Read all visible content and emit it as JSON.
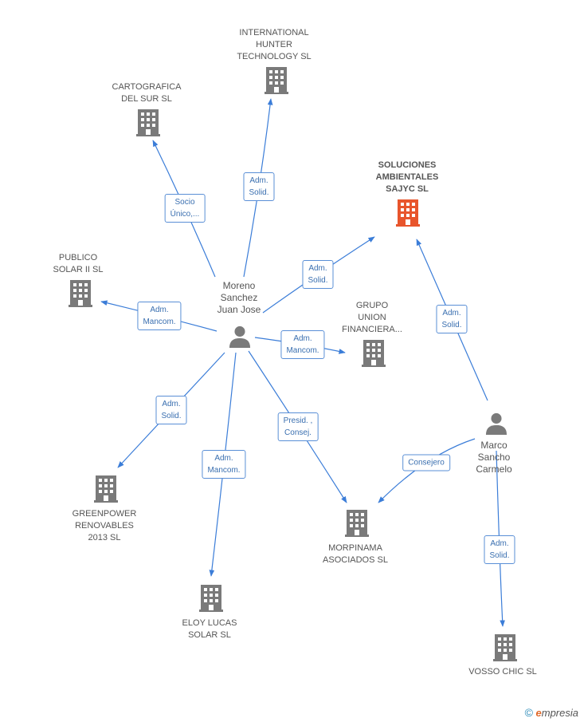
{
  "companies": [
    {
      "id": "c1",
      "name": "INTERNATIONAL\nHUNTER\nTECHNOLOGY SL",
      "highlight": false
    },
    {
      "id": "c2",
      "name": "CARTOGRAFICA\nDEL SUR SL",
      "highlight": false
    },
    {
      "id": "c3",
      "name": "SOLUCIONES\nAMBIENTALES\nSAJYC SL",
      "highlight": true
    },
    {
      "id": "c4",
      "name": "PUBLICO\nSOLAR II SL",
      "highlight": false
    },
    {
      "id": "c5",
      "name": "GRUPO\nUNION\nFINANCIERA...",
      "highlight": false
    },
    {
      "id": "c6",
      "name": "GREENPOWER\nRENOVABLES\n2013  SL",
      "highlight": false
    },
    {
      "id": "c7",
      "name": "MORPINAMA\nASOCIADOS  SL",
      "highlight": false
    },
    {
      "id": "c8",
      "name": "ELOY LUCAS\nSOLAR SL",
      "highlight": false
    },
    {
      "id": "c9",
      "name": "VOSSO CHIC  SL",
      "highlight": false
    }
  ],
  "people": [
    {
      "id": "p1",
      "name": "Moreno\nSanchez\nJuan Jose"
    },
    {
      "id": "p2",
      "name": "Marco\nSancho\nCarmelo"
    }
  ],
  "edges": [
    {
      "from": "p1",
      "to": "c1",
      "label": "Adm.\nSolid."
    },
    {
      "from": "p1",
      "to": "c2",
      "label": "Socio\nÚnico,..."
    },
    {
      "from": "p1",
      "to": "c3",
      "label": "Adm.\nSolid."
    },
    {
      "from": "p1",
      "to": "c4",
      "label": "Adm.\nMancom."
    },
    {
      "from": "p1",
      "to": "c5",
      "label": "Adm.\nMancom."
    },
    {
      "from": "p1",
      "to": "c6",
      "label": "Adm.\nSolid."
    },
    {
      "from": "p1",
      "to": "c7",
      "label": "Presid. ,\nConsej."
    },
    {
      "from": "p1",
      "to": "c8",
      "label": "Adm.\nMancom."
    },
    {
      "from": "p2",
      "to": "c3",
      "label": "Adm.\nSolid."
    },
    {
      "from": "p2",
      "to": "c7",
      "label": "Consejero"
    },
    {
      "from": "p2",
      "to": "c9",
      "label": "Adm.\nSolid."
    }
  ],
  "colors": {
    "edge": "#3b7dd8",
    "building": "#7a7a7a",
    "building_highlight": "#e8552c",
    "person": "#7a7a7a"
  },
  "footer": {
    "copyright": "©",
    "brand_initial": "e",
    "brand_rest": "mpresia"
  }
}
